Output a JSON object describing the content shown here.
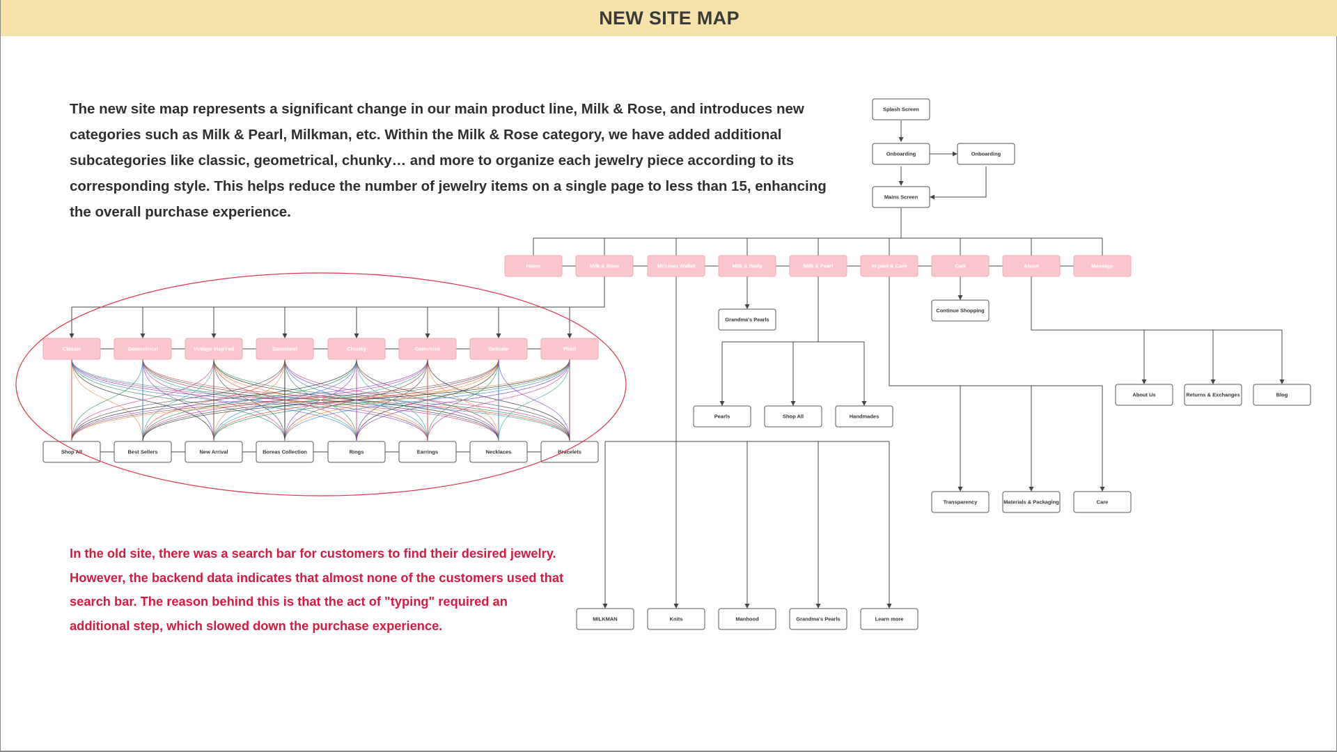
{
  "header": {
    "title": "NEW SITE MAP"
  },
  "intro_text": "The new site map represents a significant change in our main product line, Milk & Rose, and introduces new categories such as Milk & Pearl, Milkman, etc. Within the Milk & Rose category, we have added additional subcategories like classic, geometrical, chunky… and more to organize each jewelry piece according to its corresponding style. This helps reduce the number of jewelry items on a single page to less than 15, enhancing the overall purchase experience.",
  "note_text": "In the old site, there was a search bar for customers to find their desired jewelry. However, the backend data indicates that almost none of the customers used that search bar. The reason behind this is that the act of \"typing\" required an additional step, which slowed down the purchase experience.",
  "colors": {
    "header_bg": "#f6e3a9",
    "pink_node": "#fbc7cc",
    "highlight_ellipse": "#e0354b",
    "note_text": "#d6193f"
  },
  "flow": {
    "splash": "Splash Screen",
    "onboarding_1": "Onboarding",
    "onboarding_2": "Onboarding",
    "mains": "Mains Screen"
  },
  "main_nav": [
    "Home",
    "Milk & Rose",
    "Milkman Wallet",
    "Milk & Body",
    "Milk & Pearl",
    "Impact & Care",
    "Cart",
    "About",
    "Message"
  ],
  "milk_rose_styles": [
    "Classic",
    "Geometrical",
    "Vintage Inspired",
    "Statement",
    "Chunky",
    "Gemstone",
    "Delicate",
    "Fluid"
  ],
  "milk_rose_collections": [
    "Shop All",
    "Best Sellers",
    "New Arrival",
    "Boreas Collection",
    "Rings",
    "Earrings",
    "Necklaces",
    "Bracelets"
  ],
  "milk_body_children": [
    "Grandma's Pearls"
  ],
  "milk_pearl_children": [
    "Pearls",
    "Shop All",
    "Handmades"
  ],
  "cart_children": [
    "Continue Shopping"
  ],
  "about_children": [
    "About Us",
    "Returns & Exchanges",
    "Blog"
  ],
  "impact_children": [
    "Transparency",
    "Materials & Packaging",
    "Care"
  ],
  "milkman_children": [
    "MILKMAN",
    "Knits",
    "Manhood",
    "Grandma's Pearls",
    "Learn more"
  ]
}
